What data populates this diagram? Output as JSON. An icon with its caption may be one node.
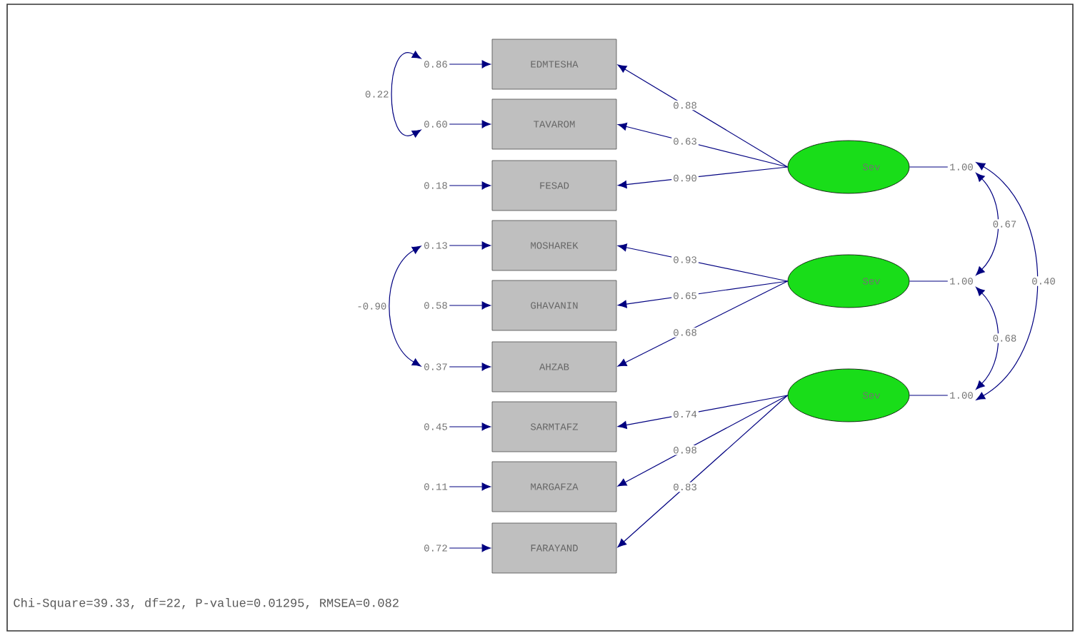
{
  "diagram": {
    "nodes": [
      {
        "text": [
          "EDMTESHA"
        ]
      },
      {
        "text": [
          "TAVAROM"
        ]
      },
      {
        "text": [
          "FESAD"
        ]
      },
      {
        "text": [
          "MOSHAREK"
        ]
      },
      {
        "text": [
          "GHAVANIN"
        ]
      },
      {
        "text": [
          "AHZAB"
        ]
      },
      {
        "text": [
          "SARMTAFZ"
        ]
      },
      {
        "text": [
          "MARGAFZA"
        ]
      },
      {
        "text": [
          "FARAYAND"
        ]
      },
      {
        "text": [
          "Sev"
        ]
      },
      {
        "text": [
          "Sev"
        ]
      },
      {
        "text": [
          "Sev"
        ]
      },
      {
        "text": [
          "0.86"
        ]
      },
      {
        "text": [
          "0.60"
        ]
      },
      {
        "text": [
          "0.18"
        ]
      },
      {
        "text": [
          "0.13"
        ]
      },
      {
        "text": [
          "0.58"
        ]
      },
      {
        "text": [
          "0.37"
        ]
      },
      {
        "text": [
          "0.45"
        ]
      },
      {
        "text": [
          "0.11"
        ]
      },
      {
        "text": [
          "0.72"
        ]
      },
      {
        "text": [
          "1.00"
        ]
      },
      {
        "text": [
          "1.00"
        ]
      },
      {
        "text": [
          "1.00"
        ]
      }
    ],
    "edges": [
      {
        "from": 9,
        "to": 0,
        "arrow": "to",
        "label": "0.88"
      },
      {
        "from": 9,
        "to": 1,
        "arrow": "to",
        "label": "0.63"
      },
      {
        "from": 9,
        "to": 2,
        "arrow": "to",
        "label": "0.90"
      },
      {
        "from": 10,
        "to": 3,
        "arrow": "to",
        "label": "0.93"
      },
      {
        "from": 10,
        "to": 4,
        "arrow": "to",
        "label": "0.65"
      },
      {
        "from": 10,
        "to": 5,
        "arrow": "to",
        "label": "0.68"
      },
      {
        "from": 11,
        "to": 6,
        "arrow": "to",
        "label": "0.74"
      },
      {
        "from": 11,
        "to": 7,
        "arrow": "to",
        "label": "0.98"
      },
      {
        "from": 11,
        "to": 8,
        "arrow": "to",
        "label": "0.83"
      },
      {
        "from": 12,
        "to": 0,
        "arrow": "to"
      },
      {
        "from": 13,
        "to": 1,
        "arrow": "to"
      },
      {
        "from": 14,
        "to": 2,
        "arrow": "to"
      },
      {
        "from": 15,
        "to": 3,
        "arrow": "to"
      },
      {
        "from": 16,
        "to": 4,
        "arrow": "to"
      },
      {
        "from": 17,
        "to": 5,
        "arrow": "to"
      },
      {
        "from": 18,
        "to": 6,
        "arrow": "to"
      },
      {
        "from": 19,
        "to": 7,
        "arrow": "to"
      },
      {
        "from": 20,
        "to": 8,
        "arrow": "to"
      },
      {
        "from": 12,
        "to": 13,
        "arrow": "both",
        "label": "0.22"
      },
      {
        "from": 15,
        "to": 17,
        "arrow": "both",
        "label": "-0.90"
      },
      {
        "from": 9,
        "to": 21,
        "arrow": "none"
      },
      {
        "from": 10,
        "to": 22,
        "arrow": "none"
      },
      {
        "from": 11,
        "to": 23,
        "arrow": "none"
      },
      {
        "from": 21,
        "to": 22,
        "arrow": "both",
        "label": "0.67"
      },
      {
        "from": 22,
        "to": 23,
        "arrow": "both",
        "label": "0.68"
      },
      {
        "from": 21,
        "to": 23,
        "arrow": "both",
        "label": "0.40"
      }
    ],
    "labels": [
      "Chi-Square=39.33, df=22, P-value=0.01295, RMSEA=0.082"
    ]
  }
}
